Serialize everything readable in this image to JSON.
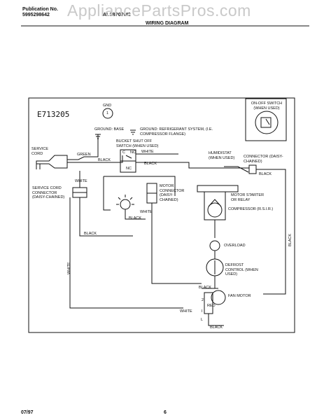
{
  "header": {
    "pub_label": "Publication No.",
    "pub_number": "5995298642",
    "model": "AL?8?0?M2",
    "watermark": "AppliancePartsPros.com",
    "section_title": "WIRING DIAGRAM"
  },
  "diagram": {
    "code": "E713205",
    "ground_symbol_label": "GND",
    "ground_symbol_number": "1",
    "labels": {
      "ground_base": "GROUND: BASE",
      "ground_refrigerant": "GROUND: REFRIGERANT SYSTEM, (I.E. COMPRESSOR FLANGE)",
      "bucket_shutoff": "BUCKET SHUT OFF SWITCH (WHEN USED)",
      "on_off_switch": "ON-OFF SWITCH (WHEN USED)",
      "service_cord": "SERVICE CORD",
      "green": "GREEN",
      "black_1": "BLACK",
      "white_1": "WHITE",
      "c": "C",
      "no": "NO",
      "nc": "NC",
      "black_2": "BLACK",
      "humidistat": "HUMIDISTAT (WHEN USED)",
      "connector": "CONNECTOR (DAISY-CHAINED)",
      "black_3": "BLACK",
      "service_cord_connector": "SERVICE CORD CONNECTOR (DAISY-CHAINED)",
      "white_2": "WHITE",
      "motor_connector": "MOTOR CONNECTOR (DAISY-CHAINED)",
      "white_3": "WHITE",
      "black_4": "BLACK",
      "black_5": "BLACK",
      "white_vertical": "WHITE",
      "motor_starter": "MOTOR STARTER OR RELAY",
      "compressor": "COMPRESSOR (R.S.I.R.)",
      "overload": "OVERLOAD",
      "defrost": "DEFROST CONTROL (WHEN USED)",
      "black_right": "BLACK",
      "black_6": "BLACK",
      "fan_motor": "FAN MOTOR",
      "red": "RED",
      "black_7": "BLACK",
      "white_4": "WHITE",
      "l": "L",
      "two": "2",
      "i": "I"
    }
  },
  "footer": {
    "date": "07/97",
    "page": "6"
  }
}
